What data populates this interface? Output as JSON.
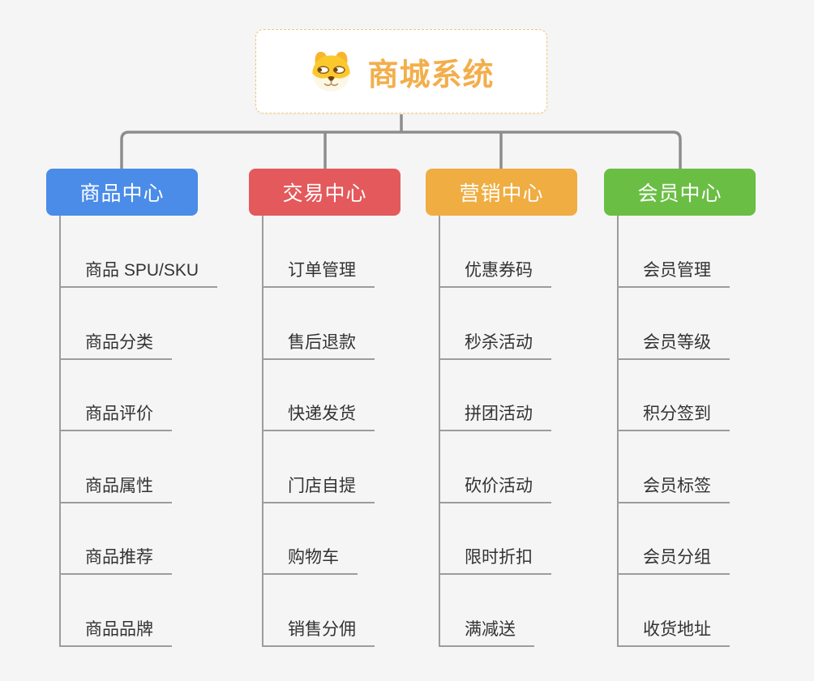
{
  "root": {
    "title": "商城系统",
    "icon": "dog-icon"
  },
  "branches": [
    {
      "label": "商品中心",
      "color": "#4a8ce8",
      "children": [
        "商品 SPU/SKU",
        "商品分类",
        "商品评价",
        "商品属性",
        "商品推荐",
        "商品品牌"
      ]
    },
    {
      "label": "交易中心",
      "color": "#e4595b",
      "children": [
        "订单管理",
        "售后退款",
        "快递发货",
        "门店自提",
        "购物车",
        "销售分佣"
      ]
    },
    {
      "label": "营销中心",
      "color": "#efad42",
      "children": [
        "优惠券码",
        "秒杀活动",
        "拼团活动",
        "砍价活动",
        "限时折扣",
        "满减送"
      ]
    },
    {
      "label": "会员中心",
      "color": "#6abe44",
      "children": [
        "会员管理",
        "会员等级",
        "积分签到",
        "会员标签",
        "会员分组",
        "收货地址"
      ]
    }
  ],
  "colors": {
    "background": "#f5f5f6",
    "root_border": "#f3c67a",
    "root_title": "#f3ae4b",
    "connector": "#8d8d8d",
    "leaf_line": "#9c9c9c",
    "leaf_text": "#333333",
    "branch_text": "#ffffff"
  }
}
